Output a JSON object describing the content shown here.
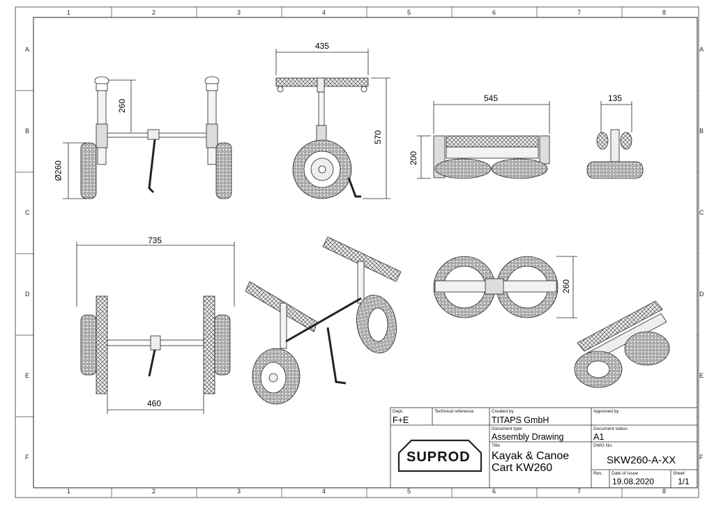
{
  "frame": {
    "columns": [
      "1",
      "2",
      "3",
      "4",
      "5",
      "6",
      "7",
      "8"
    ],
    "rows": [
      "A",
      "B",
      "C",
      "D",
      "E",
      "F"
    ]
  },
  "dimensions": {
    "front_height": "260",
    "wheel_dia": "Ø260",
    "side_width": "435",
    "side_height": "570",
    "fold_width": "545",
    "fold_height": "200",
    "fold_depth": "135",
    "top_width": "735",
    "top_axle": "460",
    "folded_plan": "260"
  },
  "title_block": {
    "dept_label": "Dept.",
    "dept_value": "F+E",
    "tech_ref_label": "Technical reference",
    "created_by_label": "Created by",
    "created_by_value": "TITAPS GmbH",
    "approved_by_label": "Approved by",
    "doc_type_label": "Document type",
    "doc_type_value": "Assembly Drawing",
    "doc_status_label": "Document status",
    "doc_status_value": "A1",
    "title_label": "Title",
    "title_line1": "Kayak & Canoe",
    "title_line2": "Cart KW260",
    "dwg_no_label": "DWG No.",
    "dwg_no_value": "SKW260-A-XX",
    "rev_label": "Rev.",
    "date_label": "Date of issue",
    "date_value": "19.08.2020",
    "sheet_label": "Sheet",
    "sheet_value": "1/1",
    "logo_text": "SUPROD"
  },
  "colors": {
    "line": "#222222",
    "tyre": "#555555"
  }
}
